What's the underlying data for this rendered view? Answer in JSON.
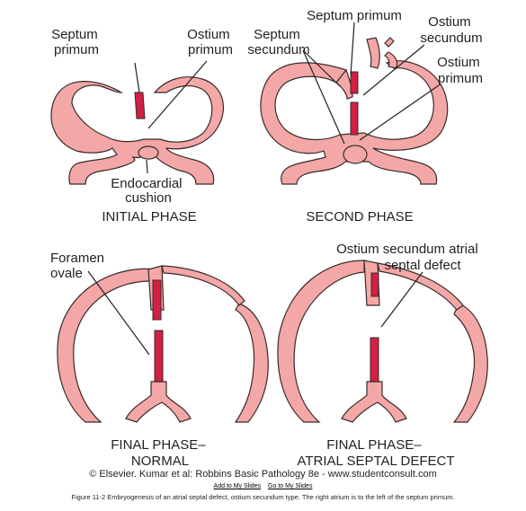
{
  "panels": {
    "initial": {
      "label_septum_primum": [
        "Septum",
        "primum"
      ],
      "label_ostium_primum": [
        "Ostium",
        "primum"
      ],
      "label_endocardial": [
        "Endocardial",
        "cushion"
      ],
      "phase": "INITIAL PHASE"
    },
    "second": {
      "label_septum_primum": "Septum primum",
      "label_septum_secundum": [
        "Septum",
        "secundum"
      ],
      "label_ostium_secundum": [
        "Ostium",
        "secundum"
      ],
      "label_ostium_primum": [
        "Ostium",
        "primum"
      ],
      "phase": "SECOND PHASE"
    },
    "final_normal": {
      "label_foramen": [
        "Foramen",
        "ovale"
      ],
      "phase": [
        "FINAL PHASE–",
        "NORMAL"
      ]
    },
    "final_defect": {
      "label_defect": [
        "Ostium secundum atrial",
        "septal defect"
      ],
      "phase": [
        "FINAL PHASE–",
        "ATRIAL SEPTAL DEFECT"
      ]
    }
  },
  "footer": {
    "credit": "© Elsevier. Kumar et al: Robbins Basic Pathology 8e - www.studentconsult.com",
    "link_add": "Add to My Slides",
    "link_go": "Go to My Slides",
    "caption": "Figure 11-2 Embryogenesis of an atrial septal defect, ostium secundum type. The right atrium is to the left of the septum primum."
  },
  "colors": {
    "tissue": "#f4a7a7",
    "septum": "#d21f44",
    "outline": "#3a2a2a"
  }
}
